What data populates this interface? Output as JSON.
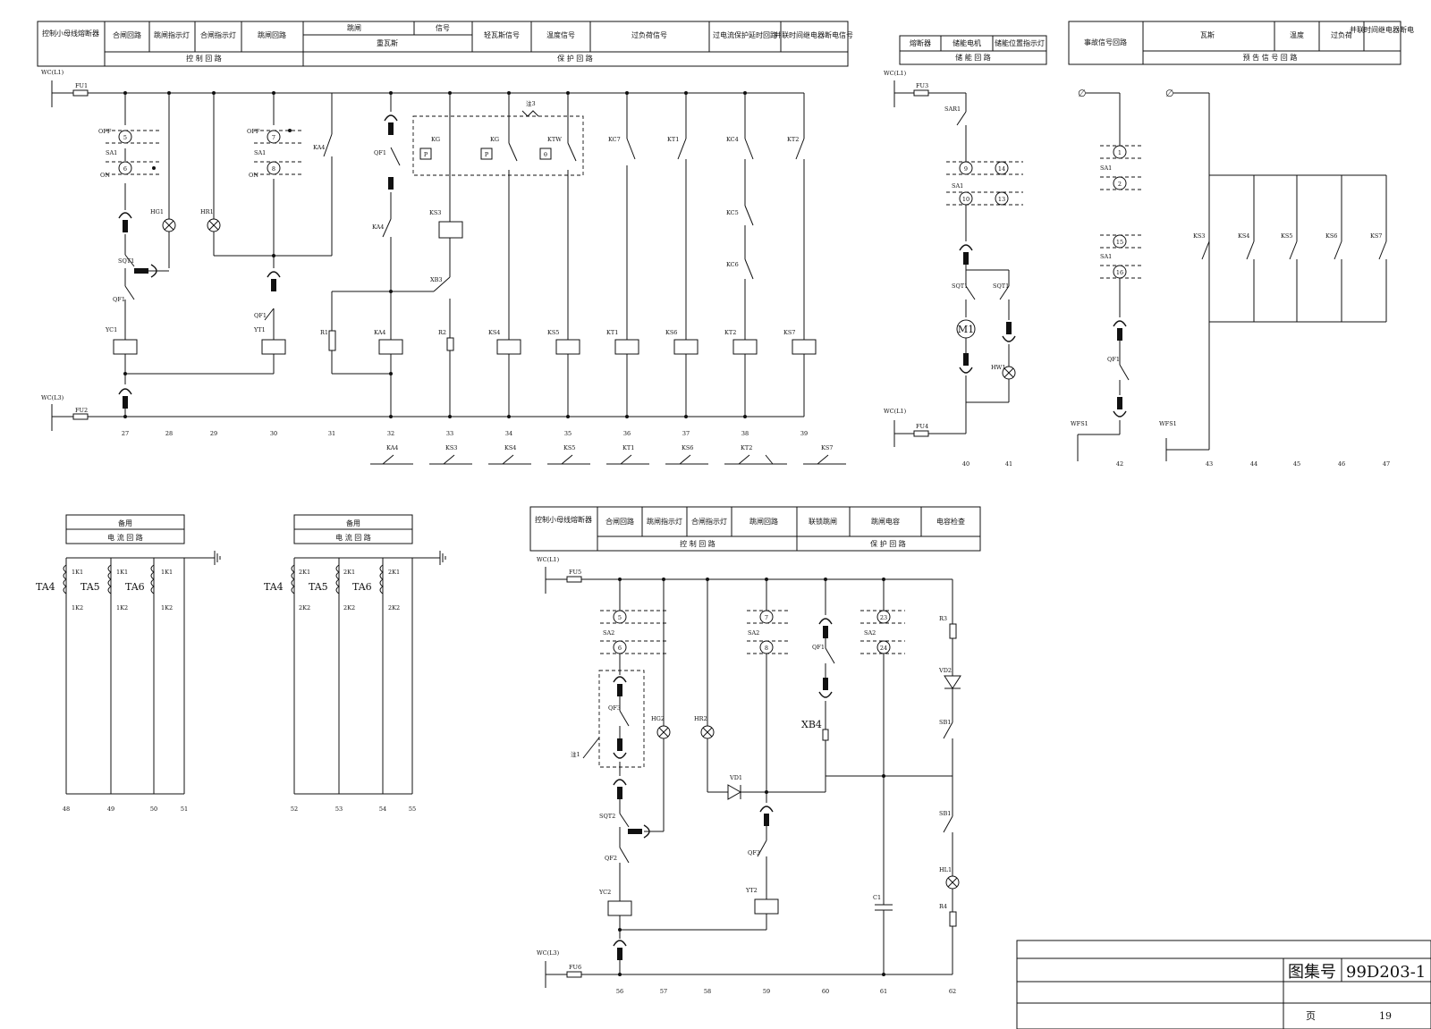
{
  "titleblock": {
    "atlas_label": "图集号",
    "atlas_no": "99D203-1",
    "page_label": "页",
    "page_no": "19"
  },
  "panel1": {
    "header": [
      "控制小母线熔断器",
      "合闸回路",
      "跳闸指示灯",
      "合闸指示灯",
      "跳闸回路",
      "跳闸",
      "信号",
      "重瓦斯",
      "轻瓦斯信号",
      "温度信号",
      "过负荷信号",
      "过电流保护延时回路",
      "并联时间继电器断电信号"
    ],
    "group_labels": [
      "控 制 回 路",
      "保 护 回 路"
    ],
    "bus_top": "WC(L1)",
    "bus_bottom": "WC(L3)",
    "fuse_top": "FU1",
    "fuse_bottom": "FU2",
    "cols": [
      "27",
      "28",
      "29",
      "30",
      "31",
      "32",
      "33",
      "34",
      "35",
      "36",
      "37",
      "38",
      "39"
    ],
    "labels": [
      "SA1",
      "OFF",
      "ON",
      "HG1",
      "HR1",
      "SQT1",
      "QF1",
      "YC1",
      "YT1",
      "KA4",
      "KS3",
      "XB3",
      "R1",
      "R2",
      "KG",
      "KTW",
      "KC7",
      "KT1",
      "KC4",
      "KC5",
      "KC6",
      "KT2",
      "KS4",
      "KS5",
      "KS6",
      "KS7",
      "注3"
    ]
  },
  "panel2": {
    "header": [
      "熔断器",
      "储能电机",
      "储能位置指示灯"
    ],
    "group_label": "储 能 回 路",
    "bus_top": "WC(L1)",
    "bus_bottom": "WC(L1)",
    "fuse_top": "FU3",
    "fuse_bottom": "FU4",
    "cols": [
      "40",
      "41"
    ],
    "labels": [
      "SAR1",
      "SA1",
      "SQT1",
      "M1",
      "HW1"
    ]
  },
  "panel3": {
    "header": [
      "事故信号回路",
      "瓦斯",
      "温度",
      "过负荷",
      "并联时间继电器断电"
    ],
    "group_label": "预 告 信 号 回 路",
    "cols": [
      "42",
      "43",
      "44",
      "45",
      "46",
      "47"
    ],
    "labels": [
      "SA1",
      "QF1",
      "WFS1",
      "KS3",
      "KS4",
      "KS5",
      "KS6",
      "KS7"
    ]
  },
  "panel4": {
    "header": "备用",
    "sub": "电 流 回 路",
    "cols": [
      "48",
      "49",
      "50",
      "51"
    ],
    "ct": [
      "TA4",
      "TA5",
      "TA6"
    ],
    "k1": "1K1",
    "k2": "1K2"
  },
  "panel5": {
    "header": "备用",
    "sub": "电 流 回 路",
    "cols": [
      "52",
      "53",
      "54",
      "55"
    ],
    "ct": [
      "TA4",
      "TA5",
      "TA6"
    ],
    "k1": "2K1",
    "k2": "2K2"
  },
  "panel6": {
    "header": [
      "控制小母线熔断器",
      "合闸回路",
      "跳闸指示灯",
      "合闸指示灯",
      "跳闸回路",
      "联锁跳闸",
      "跳闸电容",
      "电容检查"
    ],
    "group_labels": [
      "控 制 回 路",
      "保 护 回 路"
    ],
    "bus_top": "WC(L1)",
    "bus_bottom": "WC(L3)",
    "fuse_top": "FU5",
    "fuse_bottom": "FU6",
    "cols": [
      "56",
      "57",
      "58",
      "59",
      "60",
      "61",
      "62"
    ],
    "labels": [
      "SA2",
      "QF3",
      "注1",
      "HG2",
      "HR2",
      "VD1",
      "SQT2",
      "QF2",
      "YC2",
      "YT2",
      "XB4",
      "QF1",
      "R3",
      "VD2",
      "SB1",
      "HL1",
      "R4",
      "C1"
    ]
  }
}
